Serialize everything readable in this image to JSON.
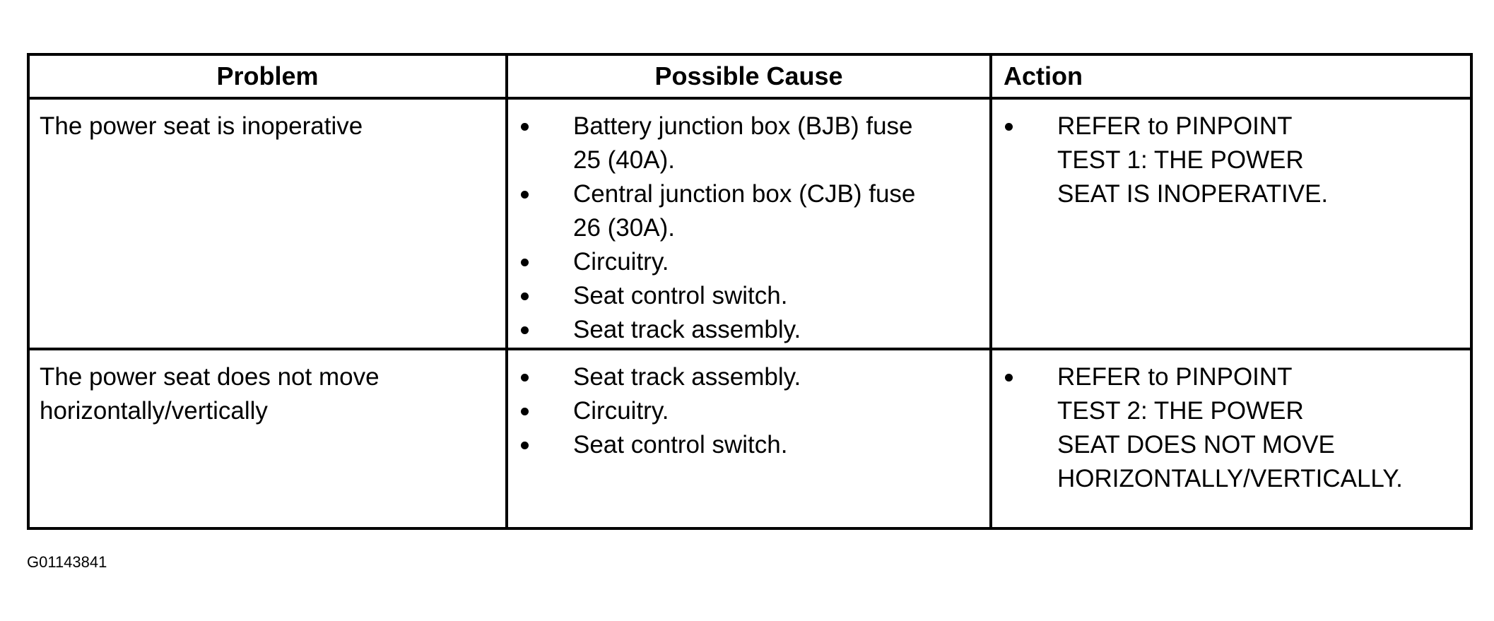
{
  "table": {
    "headers": [
      "Problem",
      "Possible Cause",
      "Action"
    ],
    "rows": [
      {
        "problem_lines": [
          "The power seat is inoperative"
        ],
        "causes": [
          [
            "Battery junction box (BJB) fuse",
            "25 (40A)."
          ],
          [
            "Central junction box (CJB) fuse",
            "26 (30A)."
          ],
          [
            "Circuitry."
          ],
          [
            "Seat control switch."
          ],
          [
            "Seat track assembly."
          ]
        ],
        "action_lines": [
          "REFER to PINPOINT",
          "TEST 1: THE POWER",
          "SEAT IS INOPERATIVE."
        ]
      },
      {
        "problem_lines": [
          "The power seat does not move",
          "horizontally/vertically"
        ],
        "causes": [
          [
            "Seat track assembly."
          ],
          [
            "Circuitry."
          ],
          [
            "Seat control switch."
          ]
        ],
        "action_lines": [
          "REFER to PINPOINT",
          "TEST 2: THE POWER",
          "SEAT DOES NOT MOVE",
          "HORIZONTALLY/VERTICALLY."
        ]
      }
    ]
  },
  "figure_id": "G01143841",
  "colors": {
    "border": "#000000",
    "text": "#000000",
    "background": "#ffffff"
  }
}
